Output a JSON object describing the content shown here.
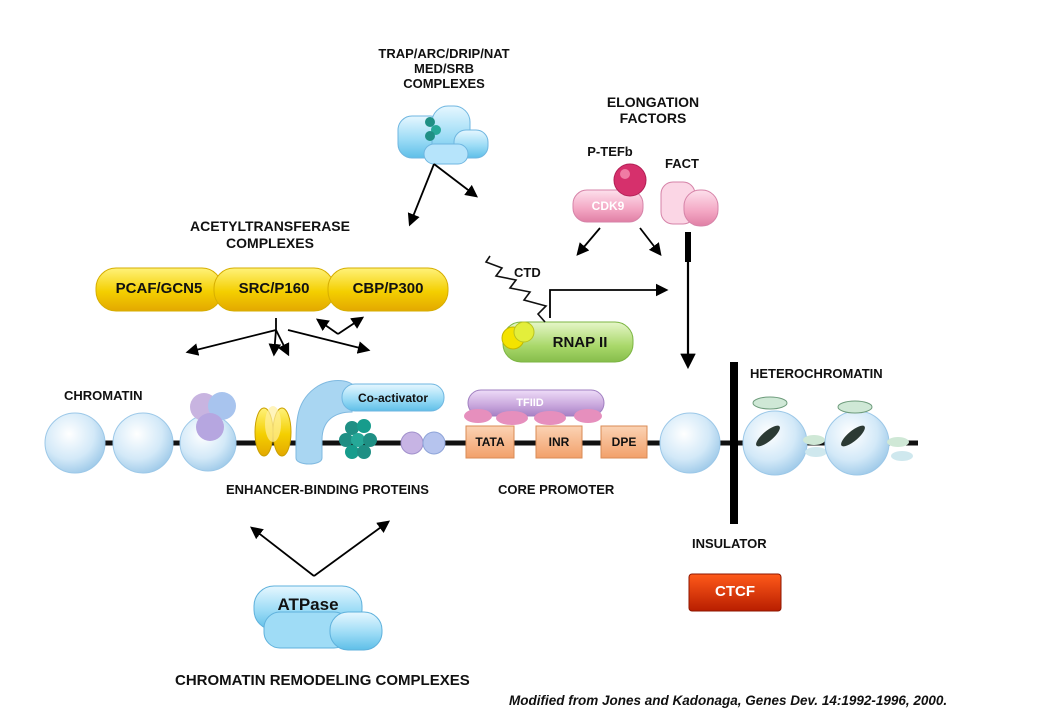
{
  "labels": {
    "trap_line1": "TRAP/ARC/DRIP/NAT",
    "trap_line2": "MED/SRB",
    "trap_line3": "COMPLEXES",
    "elong_line1": "ELONGATION",
    "elong_line2": "FACTORS",
    "ptefb": "P-TEFb",
    "fact": "FACT",
    "cdk9": "CDK9",
    "acetyl_line1": "ACETYLTRANSFERASE",
    "acetyl_line2": "COMPLEXES",
    "pcaf": "PCAF/GCN5",
    "src": "SRC/P160",
    "cbp": "CBP/P300",
    "ctd": "CTD",
    "rnap": "RNAP II",
    "chromatin": "CHROMATIN",
    "heterochromatin": "HETEROCHROMATIN",
    "coactivator": "Co-activator",
    "tfiid": "TFIID",
    "tata": "TATA",
    "inr": "INR",
    "dpe": "DPE",
    "enhancer": "ENHANCER-BINDING PROTEINS",
    "core_promoter": "CORE PROMOTER",
    "insulator": "INSULATOR",
    "ctcf": "CTCF",
    "atpase": "ATPase",
    "remodeling": "CHROMATIN REMODELING COMPLEXES",
    "citation": "Modified from Jones and Kadonaga, Genes Dev. 14:1992-1996, 2000."
  },
  "colors": {
    "nucleosome": "#cfe6f7",
    "acetyl_yellow": "#f4d200",
    "rnap_green": "#a9d86a",
    "cdk9_pink": "#f3a6c3",
    "tfiid_lilac": "#c8a6dc",
    "promoter_orange": "#f6b486",
    "ctcf_red": "#d42a00",
    "atpase_blue": "#7fd0f0",
    "dna_line": "#111111"
  }
}
